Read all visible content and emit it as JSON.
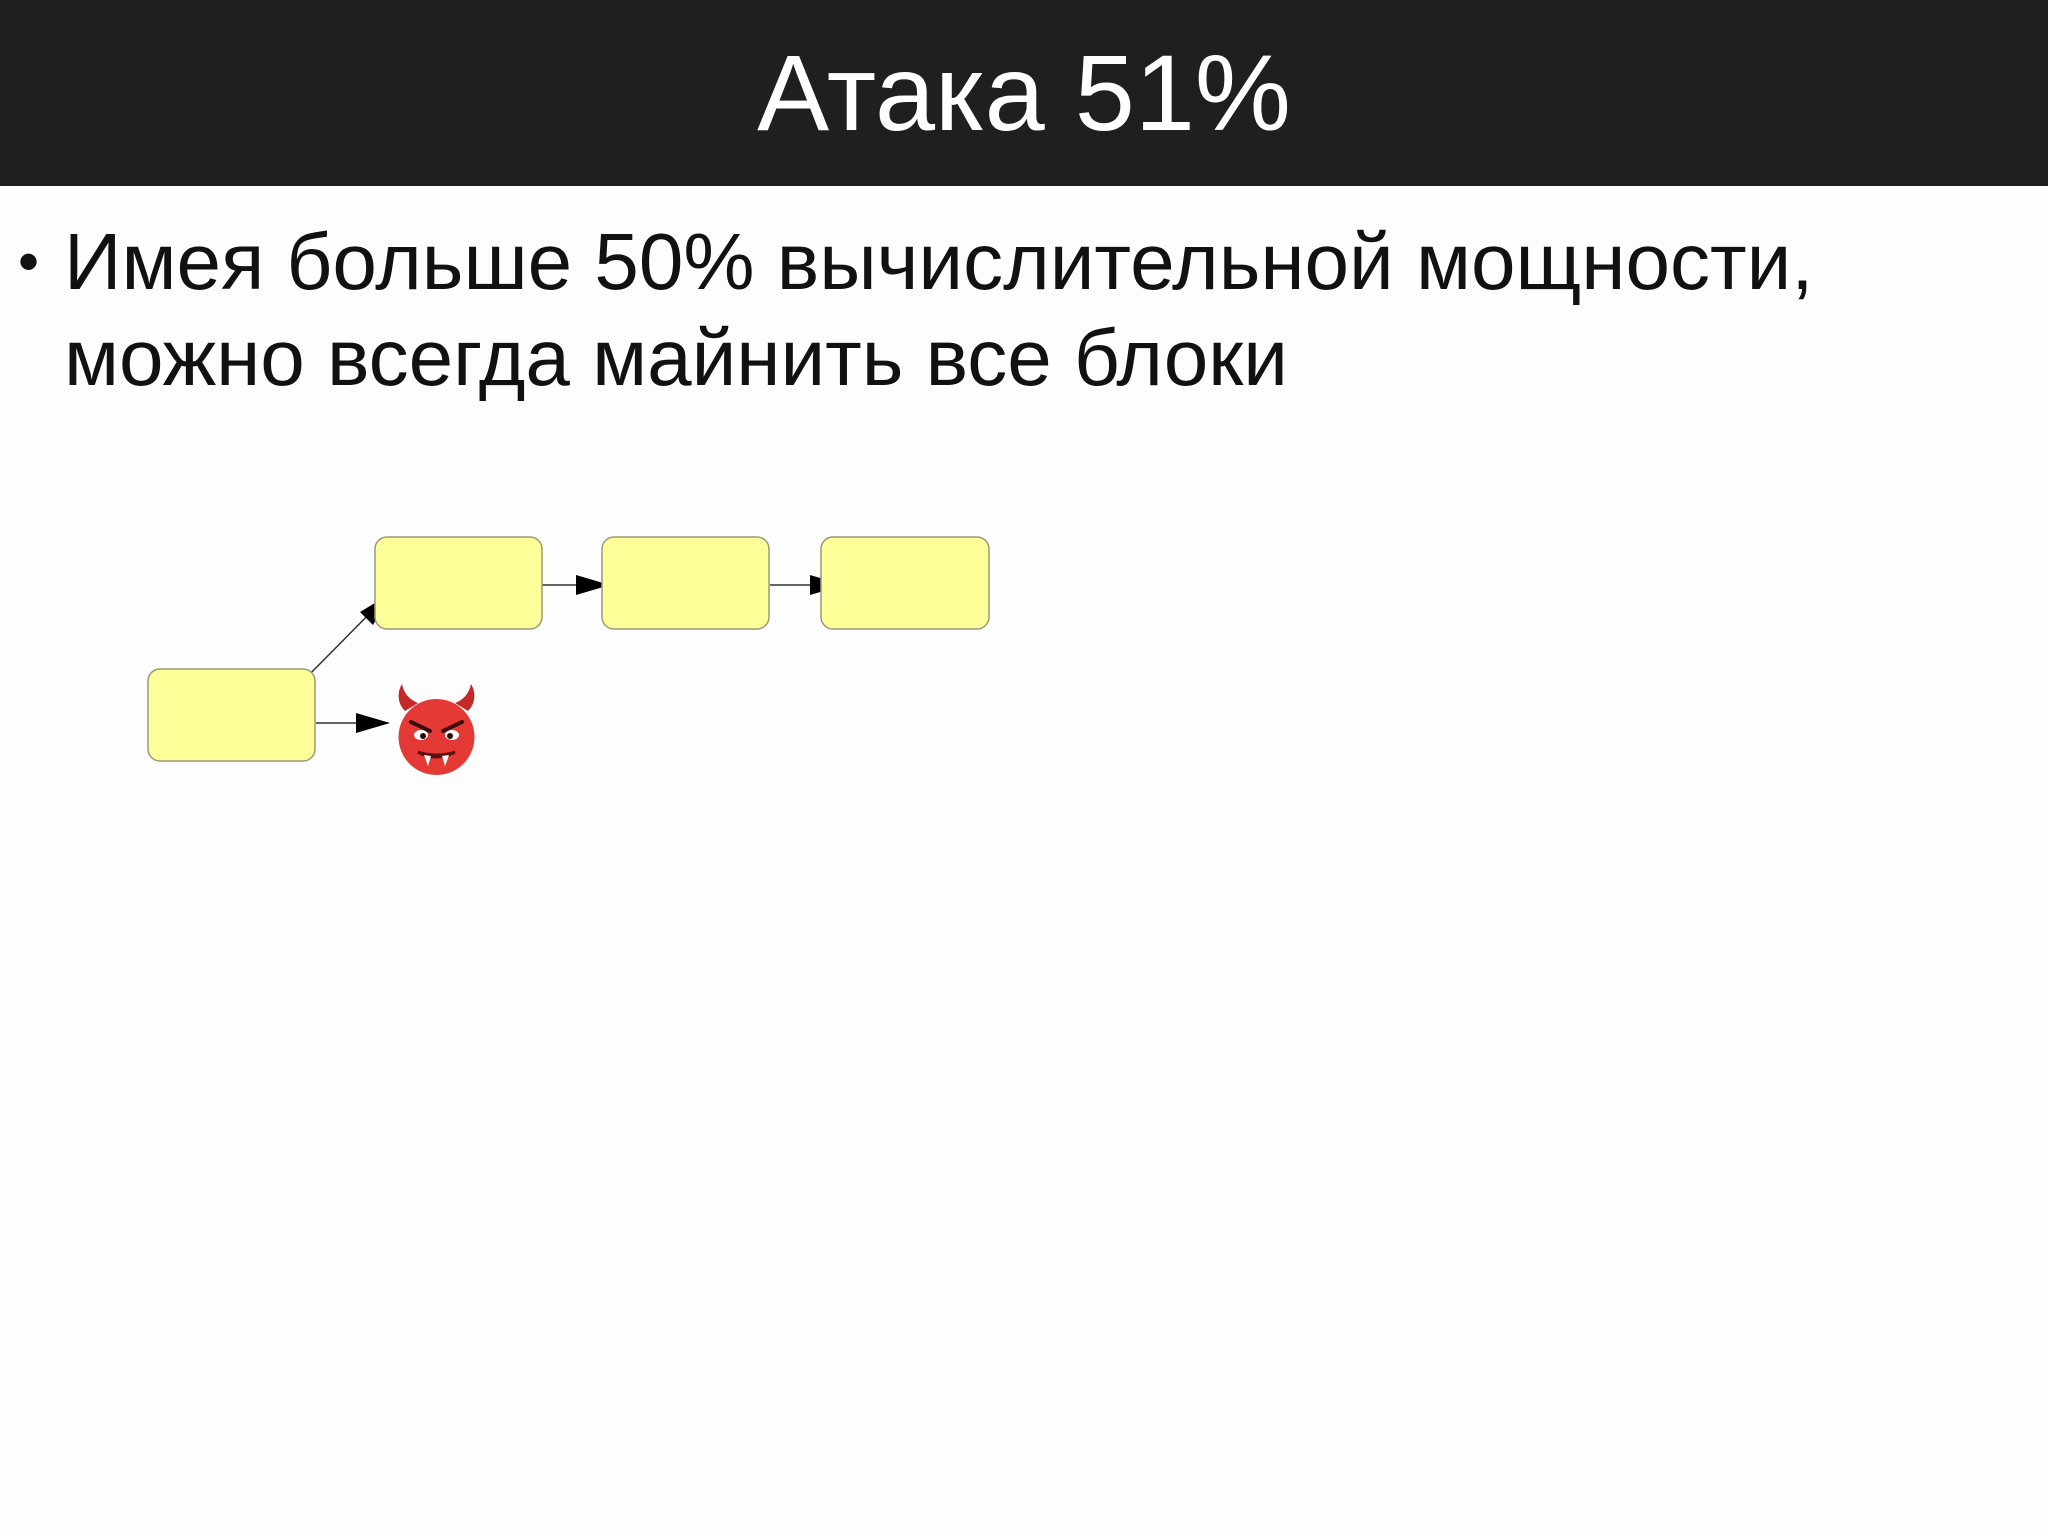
{
  "slide": {
    "title": "Атака 51%",
    "bullets": [
      {
        "marker": "•",
        "text": "Имея больше 50% вычислительной мощности, можно всегда майнить все блоки"
      }
    ]
  },
  "diagram": {
    "nodes": [
      {
        "id": "fork-block",
        "kind": "block"
      },
      {
        "id": "chain-block-1",
        "kind": "block"
      },
      {
        "id": "chain-block-2",
        "kind": "block"
      },
      {
        "id": "chain-block-3",
        "kind": "block"
      },
      {
        "id": "attacker",
        "kind": "icon",
        "icon": "devil-face-icon"
      }
    ],
    "edges": [
      {
        "from": "fork-block",
        "to": "chain-block-1"
      },
      {
        "from": "chain-block-1",
        "to": "chain-block-2"
      },
      {
        "from": "chain-block-2",
        "to": "chain-block-3"
      },
      {
        "from": "fork-block",
        "to": "attacker"
      }
    ],
    "colors": {
      "block_fill": "#ffff99",
      "block_stroke": "#9a9a7a",
      "arrow": "#000000",
      "devil_face": "#e53935",
      "devil_horns": "#c62828"
    }
  }
}
